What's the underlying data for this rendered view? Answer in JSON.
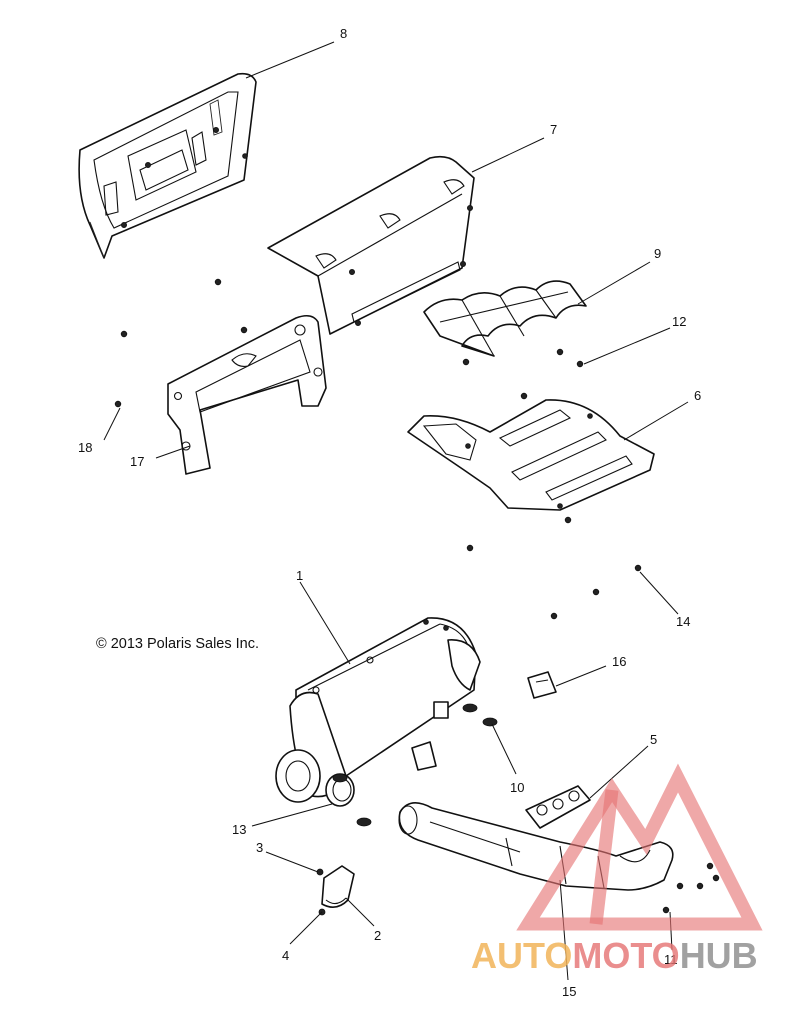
{
  "copyright": "© 2013 Polaris Sales Inc.",
  "watermark": {
    "part1": "AUTO",
    "part2": "MOTO",
    "part3": "HUB",
    "colors": {
      "auto": "#f2b45a",
      "moto": "#e57373",
      "hub": "#8a8a8a"
    }
  },
  "callouts": {
    "c1": "1",
    "c2": "2",
    "c3": "3",
    "c4": "4",
    "c5": "5",
    "c6": "6",
    "c7": "7",
    "c8": "8",
    "c9": "9",
    "c10": "10",
    "c11": "11",
    "c12": "12",
    "c13": "13",
    "c14": "14",
    "c15": "15",
    "c16": "16",
    "c17": "17",
    "c18": "18"
  }
}
